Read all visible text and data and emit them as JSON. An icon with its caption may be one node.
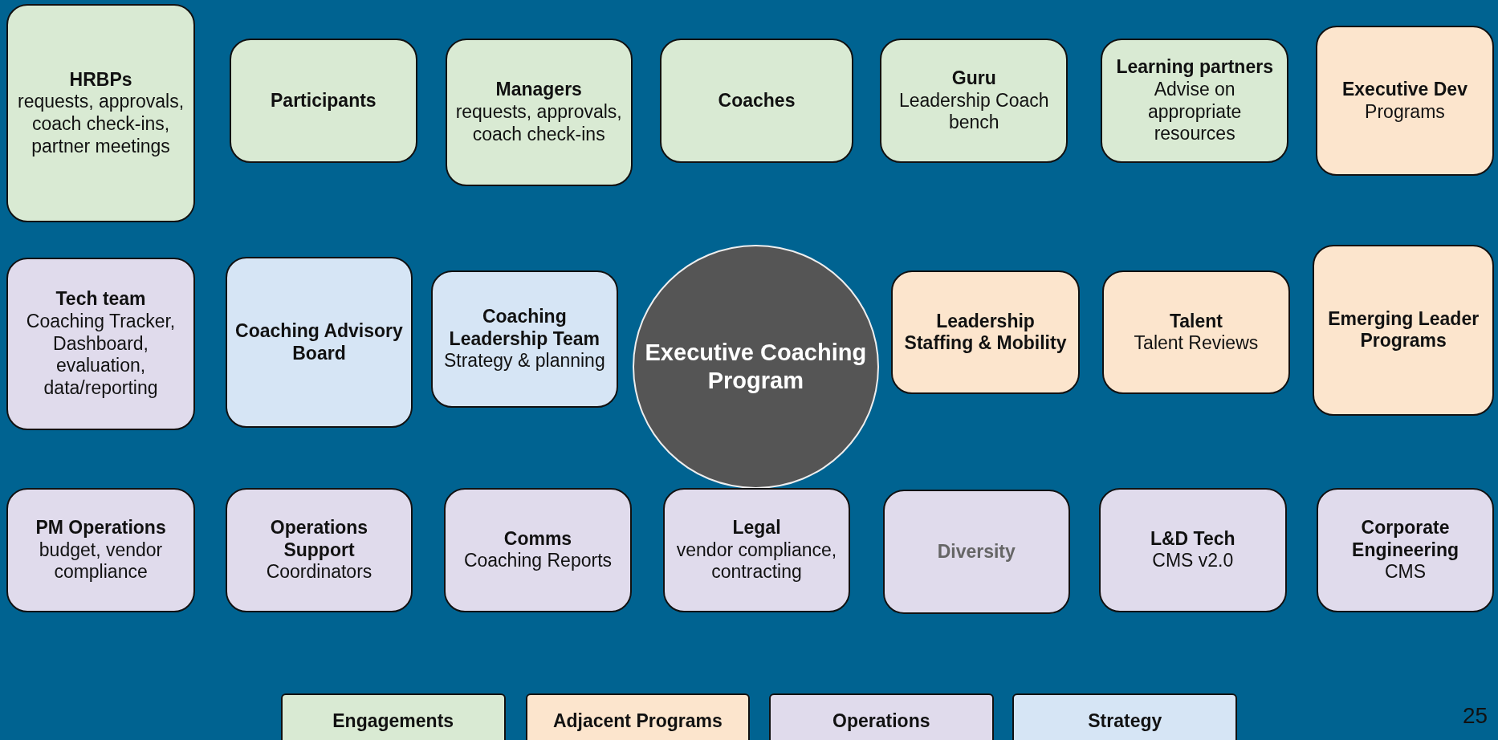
{
  "diagram": {
    "nodes": [
      {
        "text": [
          "HRBPs",
          "requests, approvals, coach check-ins, partner meetings"
        ]
      },
      {
        "text": [
          "Participants"
        ]
      },
      {
        "text": [
          "Managers",
          "requests, approvals, coach check-ins"
        ]
      },
      {
        "text": [
          "Coaches"
        ]
      },
      {
        "text": [
          "Guru",
          "Leadership Coach bench"
        ]
      },
      {
        "text": [
          "Learning partners",
          "Advise on appropriate resources"
        ]
      },
      {
        "text": [
          "Executive Dev",
          "Programs"
        ]
      },
      {
        "text": [
          "Tech team",
          "Coaching Tracker, Dashboard, evaluation, data/reporting"
        ]
      },
      {
        "text": [
          "Coaching Advisory Board"
        ]
      },
      {
        "text": [
          "Coaching Leadership Team",
          "Strategy & planning"
        ]
      },
      {
        "text": [
          "Executive Coaching Program"
        ]
      },
      {
        "text": [
          "Leadership Staffing & Mobility"
        ]
      },
      {
        "text": [
          "Talent",
          "Talent Reviews"
        ]
      },
      {
        "text": [
          "Emerging Leader Programs"
        ]
      },
      {
        "text": [
          "PM Operations",
          "budget, vendor compliance"
        ]
      },
      {
        "text": [
          "Operations Support",
          "Coordinators"
        ]
      },
      {
        "text": [
          "Comms",
          "Coaching Reports"
        ]
      },
      {
        "text": [
          "Legal",
          "vendor compliance, contracting"
        ]
      },
      {
        "text": [
          "Diversity"
        ]
      },
      {
        "text": [
          "L&D Tech",
          "CMS v2.0"
        ]
      },
      {
        "text": [
          "Corporate Engineering",
          "CMS"
        ]
      }
    ],
    "edges": [],
    "labels": [
      "25"
    ],
    "legend": [
      {
        "text": "Engagements",
        "color": "#d9ead3"
      },
      {
        "text": "Adjacent Programs",
        "color": "#fce5cd"
      },
      {
        "text": "Operations",
        "color": "#e0dbec"
      },
      {
        "text": "Strategy",
        "color": "#d6e5f5"
      }
    ]
  }
}
